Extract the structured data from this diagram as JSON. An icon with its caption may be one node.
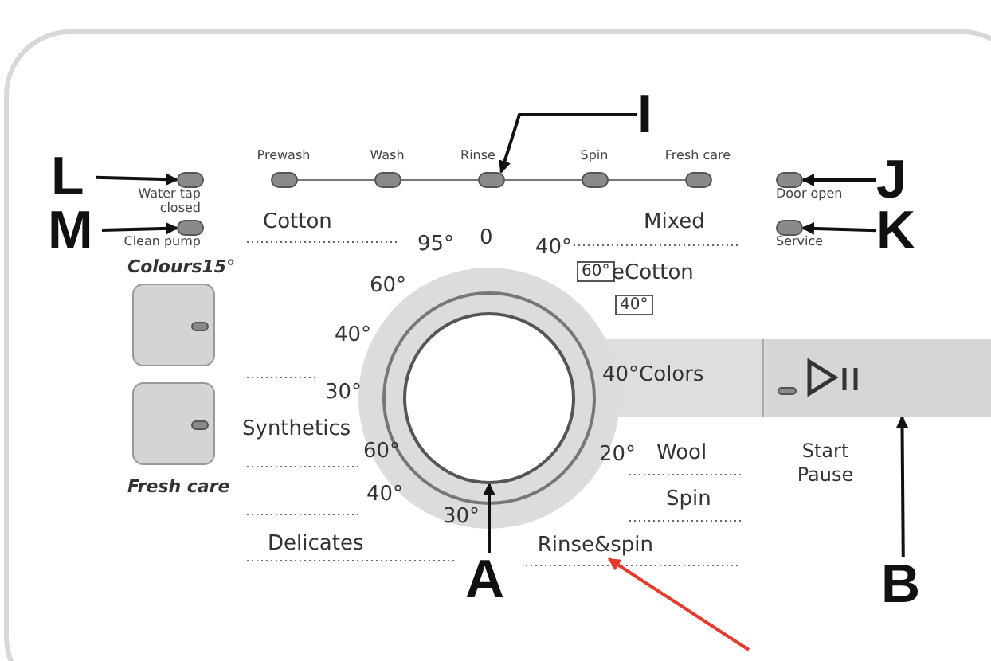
{
  "diagram": {
    "nodes": [
      {
        "text": [
          "L"
        ]
      },
      {
        "text": [
          "M"
        ]
      },
      {
        "text": [
          "I"
        ]
      },
      {
        "text": [
          "J"
        ]
      },
      {
        "text": [
          "K"
        ]
      },
      {
        "text": [
          "A"
        ]
      },
      {
        "text": [
          "B"
        ]
      },
      {
        "text": [],
        "shape": "box",
        "beside": [
          "Water tap closed"
        ]
      },
      {
        "text": [],
        "shape": "box",
        "beside": [
          "Clean pump"
        ]
      },
      {
        "text": [],
        "shape": "box",
        "beside": [
          "Prewash"
        ]
      },
      {
        "text": [],
        "shape": "box",
        "beside": [
          "Wash"
        ]
      },
      {
        "text": [],
        "shape": "box",
        "beside": [
          "Rinse"
        ]
      },
      {
        "text": [],
        "shape": "box",
        "beside": [
          "Spin"
        ]
      },
      {
        "text": [],
        "shape": "box",
        "beside": [
          "Fresh care"
        ]
      },
      {
        "text": [],
        "shape": "box",
        "beside": [
          "Door open"
        ]
      },
      {
        "text": [],
        "shape": "box",
        "beside": [
          "Service"
        ]
      },
      {
        "text": [],
        "shape": "circle"
      },
      {
        "text": [],
        "shape": "box",
        "beside": [
          "Start Pause"
        ]
      },
      {
        "text": [],
        "shape": "box",
        "beside": [
          "Colours15°"
        ]
      },
      {
        "text": [],
        "shape": "box",
        "beside": [
          "Fresh care"
        ]
      },
      {
        "text": [
          "Rinse&spin"
        ]
      }
    ],
    "edges": [
      {
        "from": 0,
        "to": 7,
        "arrow": "to"
      },
      {
        "from": 1,
        "to": 8,
        "arrow": "to"
      },
      {
        "from": 2,
        "to": 11,
        "arrow": "to"
      },
      {
        "from": 3,
        "to": 14,
        "arrow": "to"
      },
      {
        "from": 4,
        "to": 15,
        "arrow": "to"
      },
      {
        "from": 5,
        "to": 16,
        "arrow": "to"
      },
      {
        "from": 6,
        "to": 17,
        "arrow": "to"
      },
      {
        "from": 9,
        "to": 10,
        "arrow": "none",
        "color": "#777777"
      },
      {
        "from": 10,
        "to": 11,
        "arrow": "none",
        "color": "#777777"
      },
      {
        "from": 11,
        "to": 12,
        "arrow": "none",
        "color": "#777777"
      },
      {
        "from": 12,
        "to": 13,
        "arrow": "none",
        "color": "#777777"
      },
      {
        "from": null,
        "to": 20,
        "arrow": "to",
        "color": "#e53b2c"
      }
    ],
    "labels": [
      "Cotton",
      "95°",
      "0",
      "40°",
      "Mixed",
      "60°",
      "60°",
      "eCotton",
      "40°",
      "40°",
      "30°",
      "40°Colors",
      "Synthetics",
      "60°",
      "20°",
      "Wool",
      "40°",
      "Spin",
      "30°",
      "Delicates"
    ]
  }
}
